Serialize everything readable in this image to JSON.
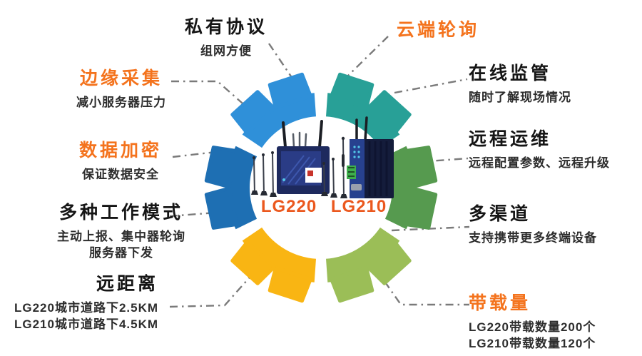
{
  "colors": {
    "orange_title": "#F4731D",
    "black_title": "#151515",
    "subtitle": "#2D2D2D",
    "product_label_orange": "#EB581E",
    "connector_gray": "#7A7A7A"
  },
  "gear": {
    "segments": [
      {
        "name": "teal",
        "color": "#28A097"
      },
      {
        "name": "green",
        "color": "#569A4F"
      },
      {
        "name": "light-green",
        "color": "#9BBE57"
      },
      {
        "name": "yellow",
        "color": "#F9B513"
      },
      {
        "name": "dark-blue",
        "color": "#1E6FB3"
      },
      {
        "name": "light-blue",
        "color": "#2F90D9"
      }
    ],
    "products": [
      {
        "label": "LG220"
      },
      {
        "label": "LG210"
      }
    ]
  },
  "features": {
    "left": [
      {
        "id": "private-protocol",
        "title": "私有协议",
        "title_color": "#151515",
        "lines": [
          "组网方便"
        ]
      },
      {
        "id": "edge-collection",
        "title": "边缘采集",
        "title_color": "#F4731D",
        "lines": [
          "减小服务器压力"
        ]
      },
      {
        "id": "data-encryption",
        "title": "数据加密",
        "title_color": "#F4731D",
        "lines": [
          "保证数据安全"
        ]
      },
      {
        "id": "work-modes",
        "title": "多种工作模式",
        "title_color": "#151515",
        "lines": [
          "主动上报、集中器轮询",
          "服务器下发"
        ]
      },
      {
        "id": "long-range",
        "title": "远距离",
        "title_color": "#151515",
        "lines": [
          "LG220城市道路下2.5KM",
          "LG210城市道路下4.5KM"
        ]
      }
    ],
    "right": [
      {
        "id": "cloud-polling",
        "title": "云端轮询",
        "title_color": "#F4731D",
        "lines": []
      },
      {
        "id": "online-monitoring",
        "title": "在线监管",
        "title_color": "#151515",
        "lines": [
          "随时了解现场情况"
        ]
      },
      {
        "id": "remote-operation",
        "title": "远程运维",
        "title_color": "#151515",
        "lines": [
          "远程配置参数、远程升级"
        ]
      },
      {
        "id": "multi-channel",
        "title": "多渠道",
        "title_color": "#151515",
        "lines": [
          "支持携带更多终端设备"
        ]
      },
      {
        "id": "load-capacity",
        "title": "带载量",
        "title_color": "#F4731D",
        "lines": [
          "LG220带载数量200个",
          "LG210带载数量120个"
        ]
      }
    ]
  }
}
